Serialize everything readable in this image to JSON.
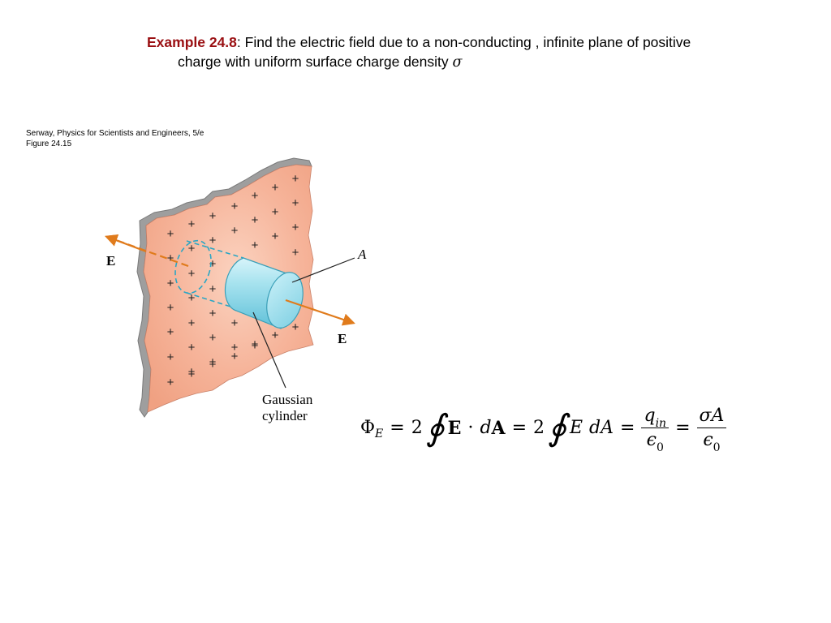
{
  "heading": {
    "example_label": "Example 24.8",
    "text_line1": ": Find the electric field due to a non-conducting , infinite plane of positive",
    "text_line2": "charge  with uniform surface charge density ",
    "symbol": "σ"
  },
  "credit": {
    "line1": "Serway, Physics for Scientists and Engineers, 5/e",
    "line2": "Figure 24.15"
  },
  "figure": {
    "label_E_left": "E",
    "label_E_right": "E",
    "label_A": "A",
    "label_gaussian_line1": "Gaussian",
    "label_gaussian_line2": "cylinder",
    "plus_sign": "+",
    "colors": {
      "plane_face": "#f6b49a",
      "plane_edge": "#9a9a9a",
      "arrow": "#e07b1c",
      "cylinder": "#8fd7e6",
      "dashed": "#2aa6c4",
      "heading_accent": "#9a0f12"
    }
  },
  "equation": {
    "phi": "Φ",
    "phi_sub": "E",
    "eq": "=",
    "two": "2",
    "oint": "∮",
    "E_bold": "E",
    "dot": "·",
    "d": "d",
    "A_bold": "A",
    "E_italic": "E",
    "dA": "dA",
    "q": "q",
    "q_sub": "in",
    "eps": "ϵ",
    "eps_sub": "0",
    "sigma": "σ",
    "A_italic": "A"
  }
}
